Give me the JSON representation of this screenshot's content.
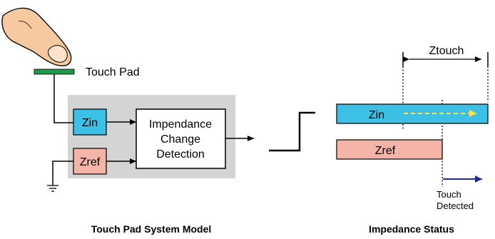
{
  "left_diagram": {
    "touch_pad_label": "Touch Pad",
    "zin_label": "Zin",
    "zref_label": "Zref",
    "detector_lines": [
      "Impendance",
      "Change",
      "Detection"
    ],
    "caption": "Touch Pad System Model"
  },
  "right_diagram": {
    "ztouch_label": "Ztouch",
    "zin_bar_label": "Zin",
    "zref_bar_label": "Zref",
    "touch_detected_lines": [
      "Touch",
      "Detected"
    ],
    "caption": "Impedance Status"
  },
  "colors": {
    "zin": "#3cc0e6",
    "zref": "#f4b4a8",
    "touch_pad": "#1f9a4a",
    "system_panel": "#d4d4d4",
    "finger": "#f6c9a0",
    "arrow_dashed": "#ffe24a",
    "arrow_detected": "#232a9a"
  }
}
